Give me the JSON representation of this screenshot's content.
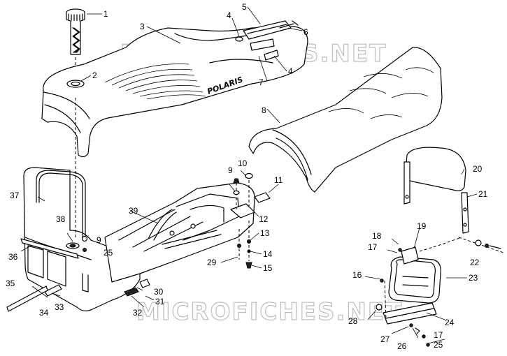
{
  "diagram": {
    "brand_label": "POLARIS",
    "watermarks": [
      "MICROFICHES.NET",
      "MICROFICHES.NET"
    ],
    "callouts": [
      "1",
      "2",
      "3",
      "4",
      "5",
      "6",
      "4",
      "7",
      "8",
      "9",
      "10",
      "11",
      "12",
      "13",
      "14",
      "15",
      "20",
      "21",
      "22",
      "23",
      "18",
      "17",
      "19",
      "16",
      "24",
      "17",
      "25",
      "26",
      "27",
      "28",
      "29",
      "30",
      "31",
      "32",
      "33",
      "34",
      "35",
      "36",
      "37",
      "38",
      "9",
      "25",
      "39"
    ]
  }
}
